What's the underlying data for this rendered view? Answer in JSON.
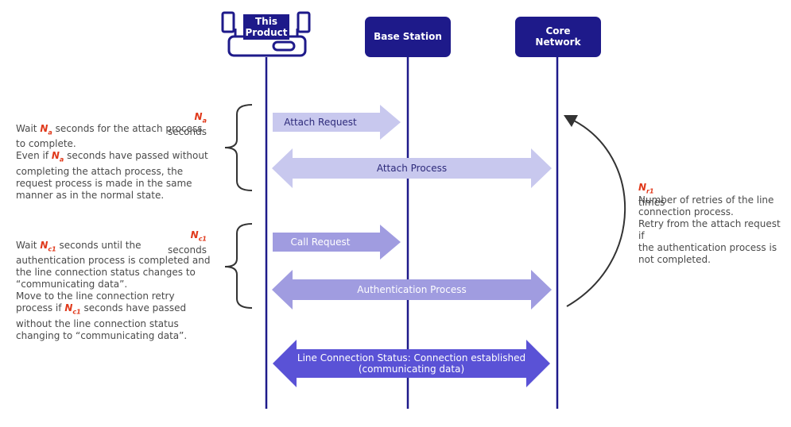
{
  "actors": {
    "product": "This\nProduct",
    "base_station": "Base Station",
    "core_network": "Core\nNetwork"
  },
  "messages": {
    "attach_request": "Attach Request",
    "attach_process": "Attach Process",
    "call_request": "Call Request",
    "authentication_process": "Authentication Process",
    "line_status": "Line Connection Status: Connection established\n(communicating data)"
  },
  "notes": {
    "na_var": "N",
    "na_sub": "a",
    "na_seconds_label": "seconds",
    "na_desc_1": "Wait",
    "na_desc_2": "seconds for the attach process\nto complete.\nEven if",
    "na_desc_3": "seconds have passed without\ncompleting the attach process, the\nrequest process is made in the same\nmanner as in the normal state.",
    "nc1_var": "N",
    "nc1_sub": "c1",
    "nc1_seconds_label": "seconds",
    "nc1_desc_1": "Wait",
    "nc1_desc_2": "seconds until the\nauthentication process is completed and\nthe line connection status changes to\n“communicating data”.\nMove to the line connection retry\nprocess if",
    "nc1_desc_3": "seconds have passed\nwithout the line connection status\nchanging to “communicating data”.",
    "retry_var": "N",
    "retry_sub": "r1",
    "retry_times_label": "times",
    "retry_desc": "Number of retries of the line\nconnection process.\nRetry from the attach request if\nthe authentication process is\nnot completed."
  },
  "colors": {
    "navy": "#1e1a8a",
    "arrow_light": "#c8c8ee",
    "arrow_mid": "#a09ce0",
    "arrow_dark": "#5a52d6",
    "accent": "#e0391b"
  }
}
